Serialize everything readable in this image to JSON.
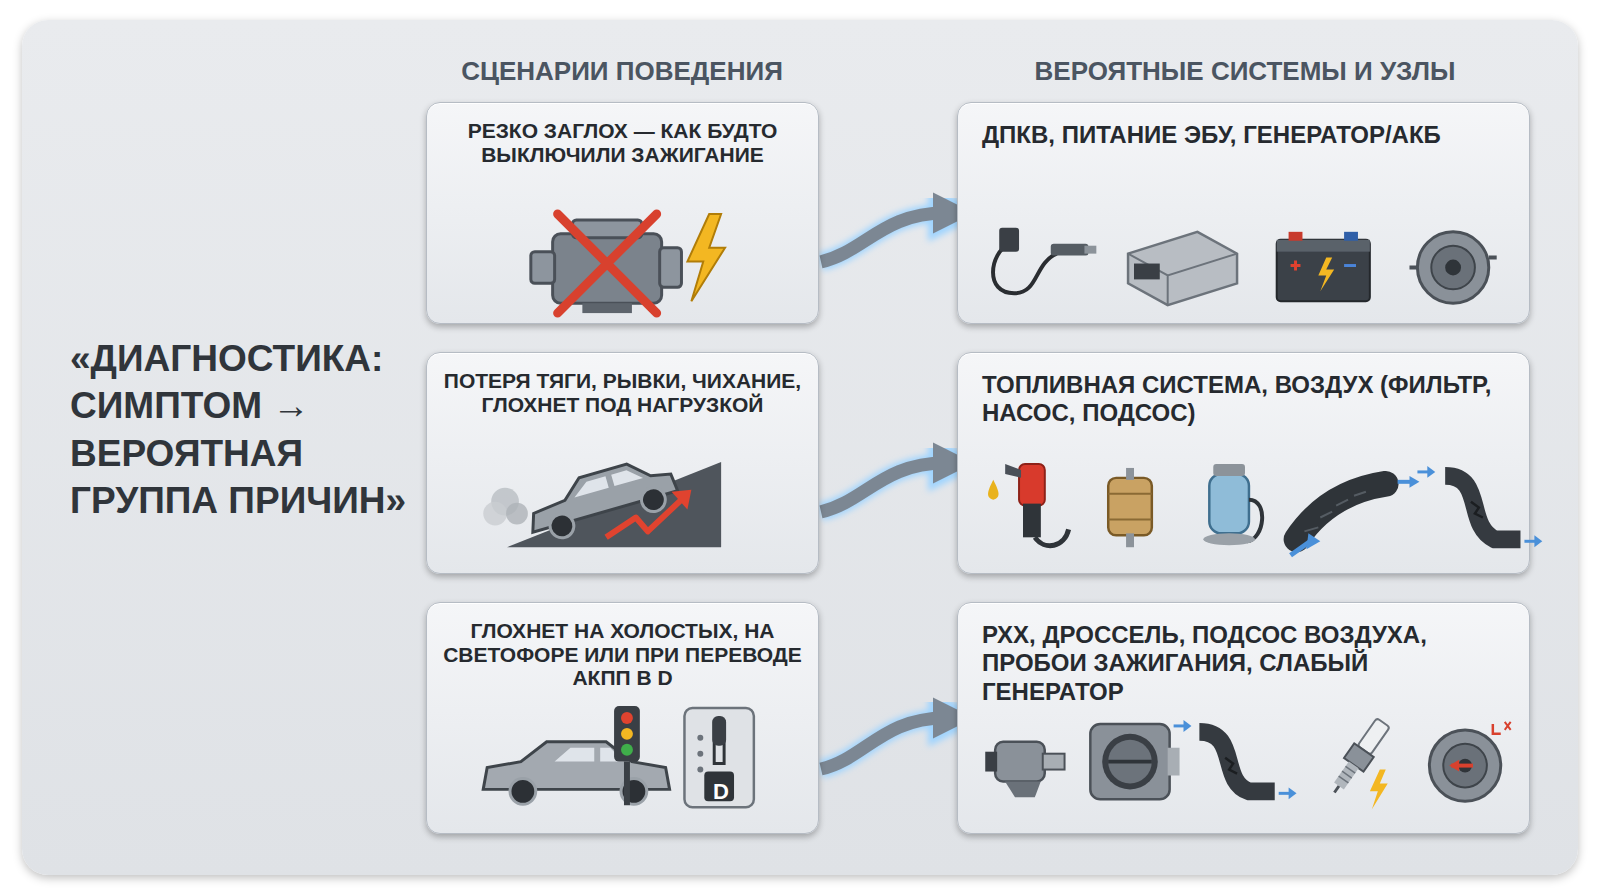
{
  "diagram": {
    "title": "«ДИАГНОСТИКА: СИМПТОМ → ВЕРОЯТНАЯ ГРУППА ПРИЧИН»",
    "nodes": [
      {
        "text": [
          "РЕЗКО ЗАГЛОХ — КАК БУДТО ВЫКЛЮЧИЛИ ЗАЖИГАНИЕ"
        ]
      },
      {
        "text": [
          "ДПКВ, ПИТАНИЕ ЭБУ, ГЕНЕРАТОР/АКБ"
        ]
      },
      {
        "text": [
          "ПОТЕРЯ ТЯГИ, РЫВКИ, ЧИХАНИЕ, ГЛОХНЕТ ПОД НАГРУЗКОЙ"
        ]
      },
      {
        "text": [
          "ТОПЛИВНАЯ СИСТЕМА, ВОЗДУХ (ФИЛЬТР, НАСОС, ПОДСОС)"
        ]
      },
      {
        "text": [
          "ГЛОХНЕТ НА ХОЛОСТЫХ, НА СВЕТОФОРЕ ИЛИ ПРИ ПЕРЕВОДЕ АКПП В D"
        ]
      },
      {
        "text": [
          "РХХ, ДРОССЕЛЬ, ПОДСОС ВОЗДУХА, ПРОБОИ ЗАЖИГАНИЯ, СЛАБЫЙ ГЕНЕРАТОР"
        ]
      }
    ],
    "edges": [
      {
        "from": 0,
        "to": 1,
        "arrow": "to"
      },
      {
        "from": 2,
        "to": 3,
        "arrow": "to"
      },
      {
        "from": 4,
        "to": 5,
        "arrow": "to"
      }
    ],
    "labels": [
      "СЦЕНАРИИ ПОВЕДЕНИЯ",
      "ВЕРОЯТНЫЕ СИСТЕМЫ И УЗЛЫ",
      "D"
    ]
  }
}
